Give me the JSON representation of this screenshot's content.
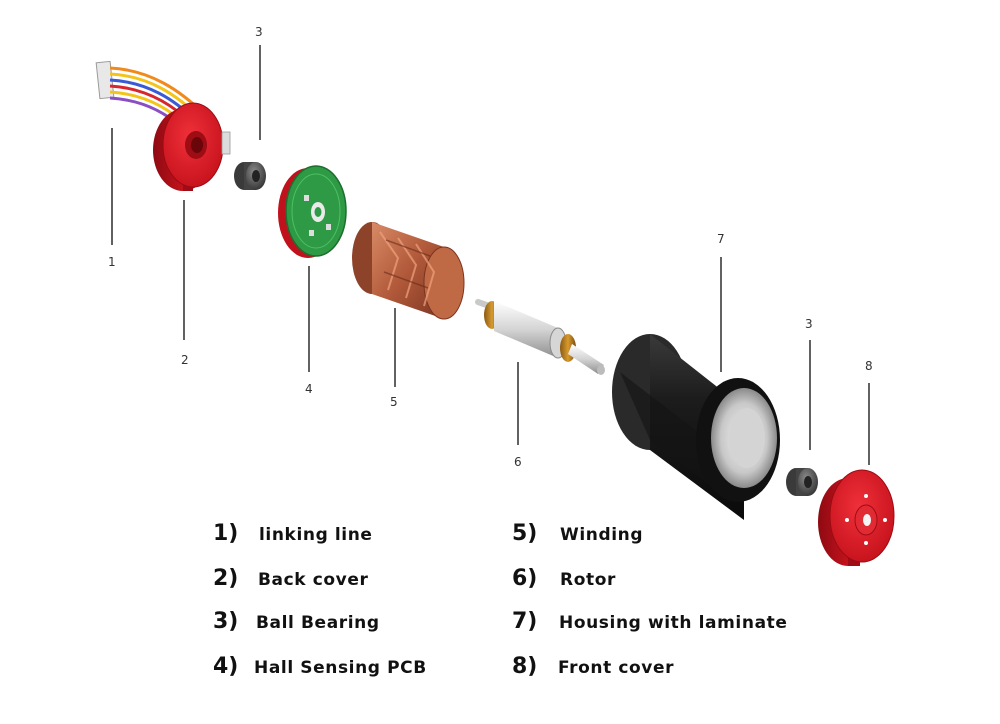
{
  "callouts": [
    {
      "id": "1",
      "text": "1"
    },
    {
      "id": "2",
      "text": "2"
    },
    {
      "id": "3a",
      "text": "3"
    },
    {
      "id": "4",
      "text": "4"
    },
    {
      "id": "5",
      "text": "5"
    },
    {
      "id": "6",
      "text": "6"
    },
    {
      "id": "7",
      "text": "7"
    },
    {
      "id": "3b",
      "text": "3"
    },
    {
      "id": "8",
      "text": "8"
    }
  ],
  "legend": [
    {
      "num": "1)",
      "label": "linking line"
    },
    {
      "num": "2)",
      "label": "Back cover"
    },
    {
      "num": "3)",
      "label": "Ball Bearing"
    },
    {
      "num": "4)",
      "label": "Hall Sensing PCB"
    },
    {
      "num": "5)",
      "label": "Winding"
    },
    {
      "num": "6)",
      "label": "Rotor"
    },
    {
      "num": "7)",
      "label": "Housing with laminate"
    },
    {
      "num": "8)",
      "label": "Front cover"
    }
  ],
  "colors": {
    "cover_red": "#d1101c",
    "pcb_green": "#2f9a45",
    "winding_copper": "#b4603f",
    "housing_black": "#1a1a1a",
    "bearing_gray": "#555555"
  }
}
